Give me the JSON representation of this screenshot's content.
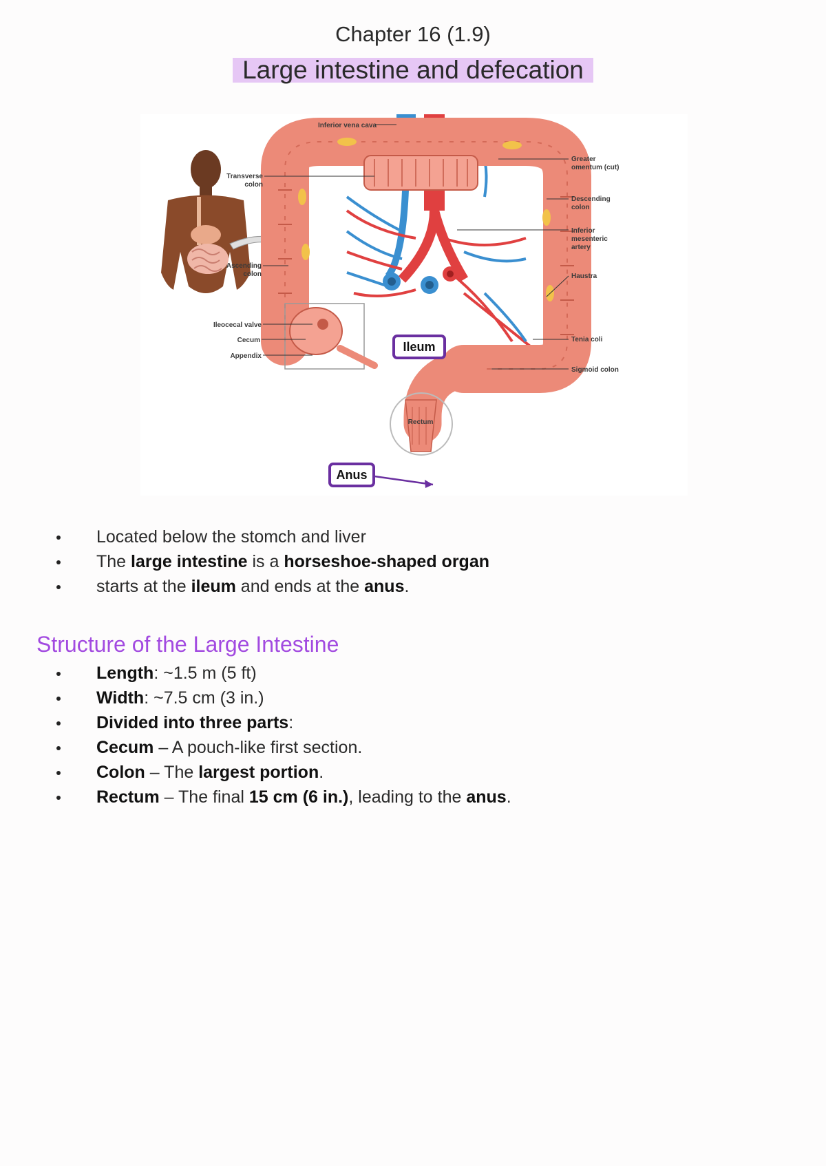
{
  "header": {
    "chapter": "Chapter 16 (1.9)",
    "title": "Large intestine and defecation"
  },
  "figure": {
    "labels": {
      "inferior_vena_cava": "Inferior vena cava",
      "transverse_colon_1": "Transverse",
      "transverse_colon_2": "colon",
      "ascending_colon_1": "Ascending",
      "ascending_colon_2": "colon",
      "ileocecal_valve": "Ileocecal valve",
      "cecum": "Cecum",
      "appendix": "Appendix",
      "greater_omentum_1": "Greater",
      "greater_omentum_2": "omentum (cut)",
      "descending_colon_1": "Descending",
      "descending_colon_2": "colon",
      "inferior_mesenteric_1": "Inferior",
      "inferior_mesenteric_2": "mesenteric",
      "inferior_mesenteric_3": "artery",
      "haustra": "Haustra",
      "tenia_coli": "Tenia coli",
      "sigmoid_colon": "Sigmoid colon",
      "rectum": "Rectum"
    },
    "callouts": {
      "ileum": "Ileum",
      "anus": "Anus"
    }
  },
  "intro": {
    "b1": "Located below the stomch and liver",
    "b2_pre": "The ",
    "b2_bold1": "large intestine",
    "b2_mid": " is a ",
    "b2_bold2": "horseshoe-shaped organ",
    "b3_pre": "starts at the ",
    "b3_bold1": "ileum",
    "b3_mid": " and ends at the ",
    "b3_bold2": "anus",
    "b3_end": "."
  },
  "structure": {
    "heading": "Structure of the Large Intestine",
    "length_label": "Length",
    "length_value": ": ~1.5 m (5 ft)",
    "width_label": "Width",
    "width_value": ": ~7.5 cm (3 in.)",
    "divided_label": "Divided into three parts",
    "divided_end": ":",
    "cecum_label": "Cecum",
    "cecum_text": " – A pouch-like first section.",
    "colon_label": "Colon",
    "colon_text": " – The ",
    "colon_bold": "largest portion",
    "colon_end": ".",
    "rectum_label": "Rectum",
    "rectum_text1": " – The final ",
    "rectum_bold1": "15 cm (6 in.)",
    "rectum_text2": ", leading to the ",
    "rectum_bold2": "anus",
    "rectum_end": "."
  },
  "colors": {
    "accent": "#a24ae0",
    "title_highlight": "#e6c7f5",
    "callout_border": "#6a2fa0"
  }
}
